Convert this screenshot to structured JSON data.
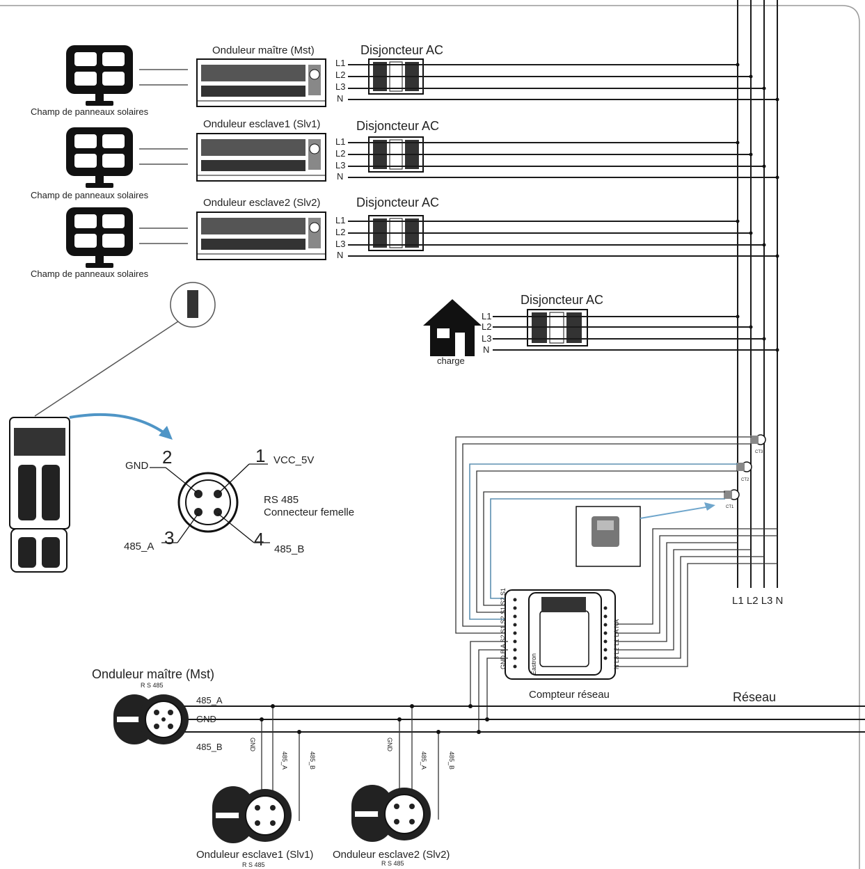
{
  "pv_array_label": "Champ de panneaux solaires",
  "inverters": [
    {
      "title": "Onduleur maître (Mst)",
      "breaker": "Disjoncteur AC"
    },
    {
      "title": "Onduleur esclave1 (Slv1)",
      "breaker": "Disjoncteur AC"
    },
    {
      "title": "Onduleur esclave2 (Slv2)",
      "breaker": "Disjoncteur AC"
    }
  ],
  "phase_terms": [
    "L1",
    "L2",
    "L3",
    "N"
  ],
  "load": {
    "label": "charge",
    "breaker": "Disjoncteur AC"
  },
  "bus_label": "L1 L2 L3  N",
  "connector": {
    "pins": [
      {
        "num": "1",
        "name": "VCC_5V"
      },
      {
        "num": "2",
        "name": "GND"
      },
      {
        "num": "3",
        "name": "485_A"
      },
      {
        "num": "4",
        "name": "485_B"
      }
    ],
    "title_line1": "RS 485",
    "title_line2": "Connecteur femelle"
  },
  "meter": {
    "label": "Compteur réseau",
    "brand": "Eastron",
    "left_terms": "GND B A S2 S1 S2 S1 S2 S1",
    "right_terms": "N L3 L2 L1 LA NA"
  },
  "grid_label": "Réseau",
  "rs485_bus": {
    "master_title": "Onduleur maître (Mst)",
    "master_sub": "R S 485",
    "lines": [
      "485_A",
      "GND",
      "485_B"
    ],
    "slave1_title": "Onduleur esclave1 (Slv1)",
    "slave1_sub": "R S 485",
    "slave2_title": "Onduleur esclave2 (Slv2)",
    "slave2_sub": "R S 485",
    "drop_labels": [
      "GND",
      "485_A",
      "485_B"
    ]
  },
  "ct_labels": [
    "CT3",
    "CT2",
    "CT1"
  ]
}
